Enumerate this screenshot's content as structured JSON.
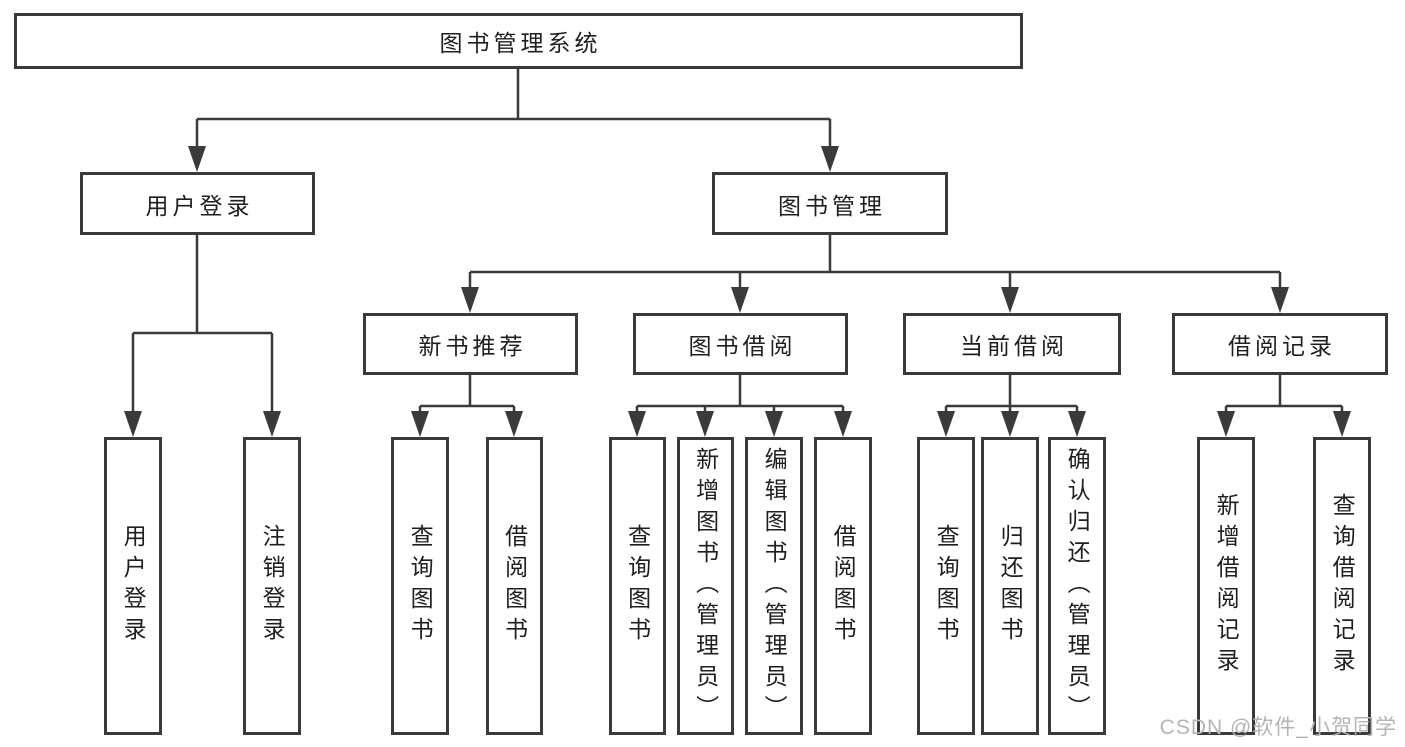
{
  "tree": {
    "label": "图书管理系统",
    "children": [
      {
        "label": "用户登录",
        "children": [
          {
            "label": "用户登录"
          },
          {
            "label": "注销登录"
          }
        ]
      },
      {
        "label": "图书管理",
        "children": [
          {
            "label": "新书推荐",
            "children": [
              {
                "label": "查询图书"
              },
              {
                "label": "借阅图书"
              }
            ]
          },
          {
            "label": "图书借阅",
            "children": [
              {
                "label": "查询图书"
              },
              {
                "label": "新增图书（管理员）"
              },
              {
                "label": "编辑图书（管理员）"
              },
              {
                "label": "借阅图书"
              }
            ]
          },
          {
            "label": "当前借阅",
            "children": [
              {
                "label": "查询图书"
              },
              {
                "label": "归还图书"
              },
              {
                "label": "确认归还（管理员）"
              }
            ]
          },
          {
            "label": "借阅记录",
            "children": [
              {
                "label": "新增借阅记录"
              },
              {
                "label": "查询借阅记录"
              }
            ]
          }
        ]
      }
    ]
  },
  "watermark": {
    "text": "CSDN @软件_小贺同学"
  },
  "colors": {
    "line": "#3a3a3a",
    "text": "#1f1f1f",
    "background": "#ffffff",
    "watermark": "#b4b4b4"
  }
}
